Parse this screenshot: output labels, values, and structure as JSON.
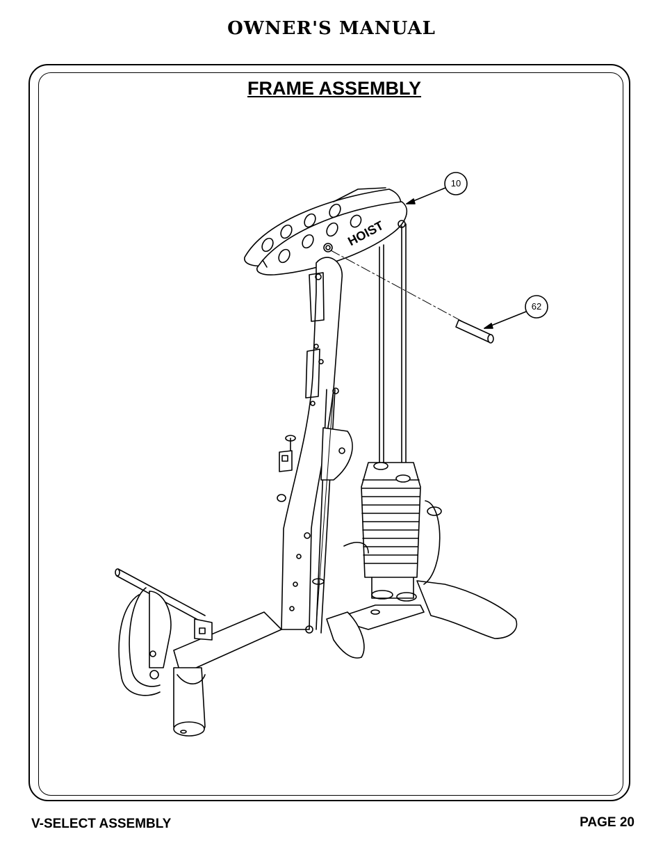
{
  "header": {
    "title": "OWNER'S MANUAL"
  },
  "section": {
    "title": "FRAME ASSEMBLY"
  },
  "diagram": {
    "callouts": [
      {
        "label": "10",
        "part": "top-plate"
      },
      {
        "label": "62",
        "part": "pin"
      }
    ],
    "logo_text": "HOIST"
  },
  "footer": {
    "left": "V-SELECT ASSEMBLY",
    "right": "PAGE 20"
  }
}
